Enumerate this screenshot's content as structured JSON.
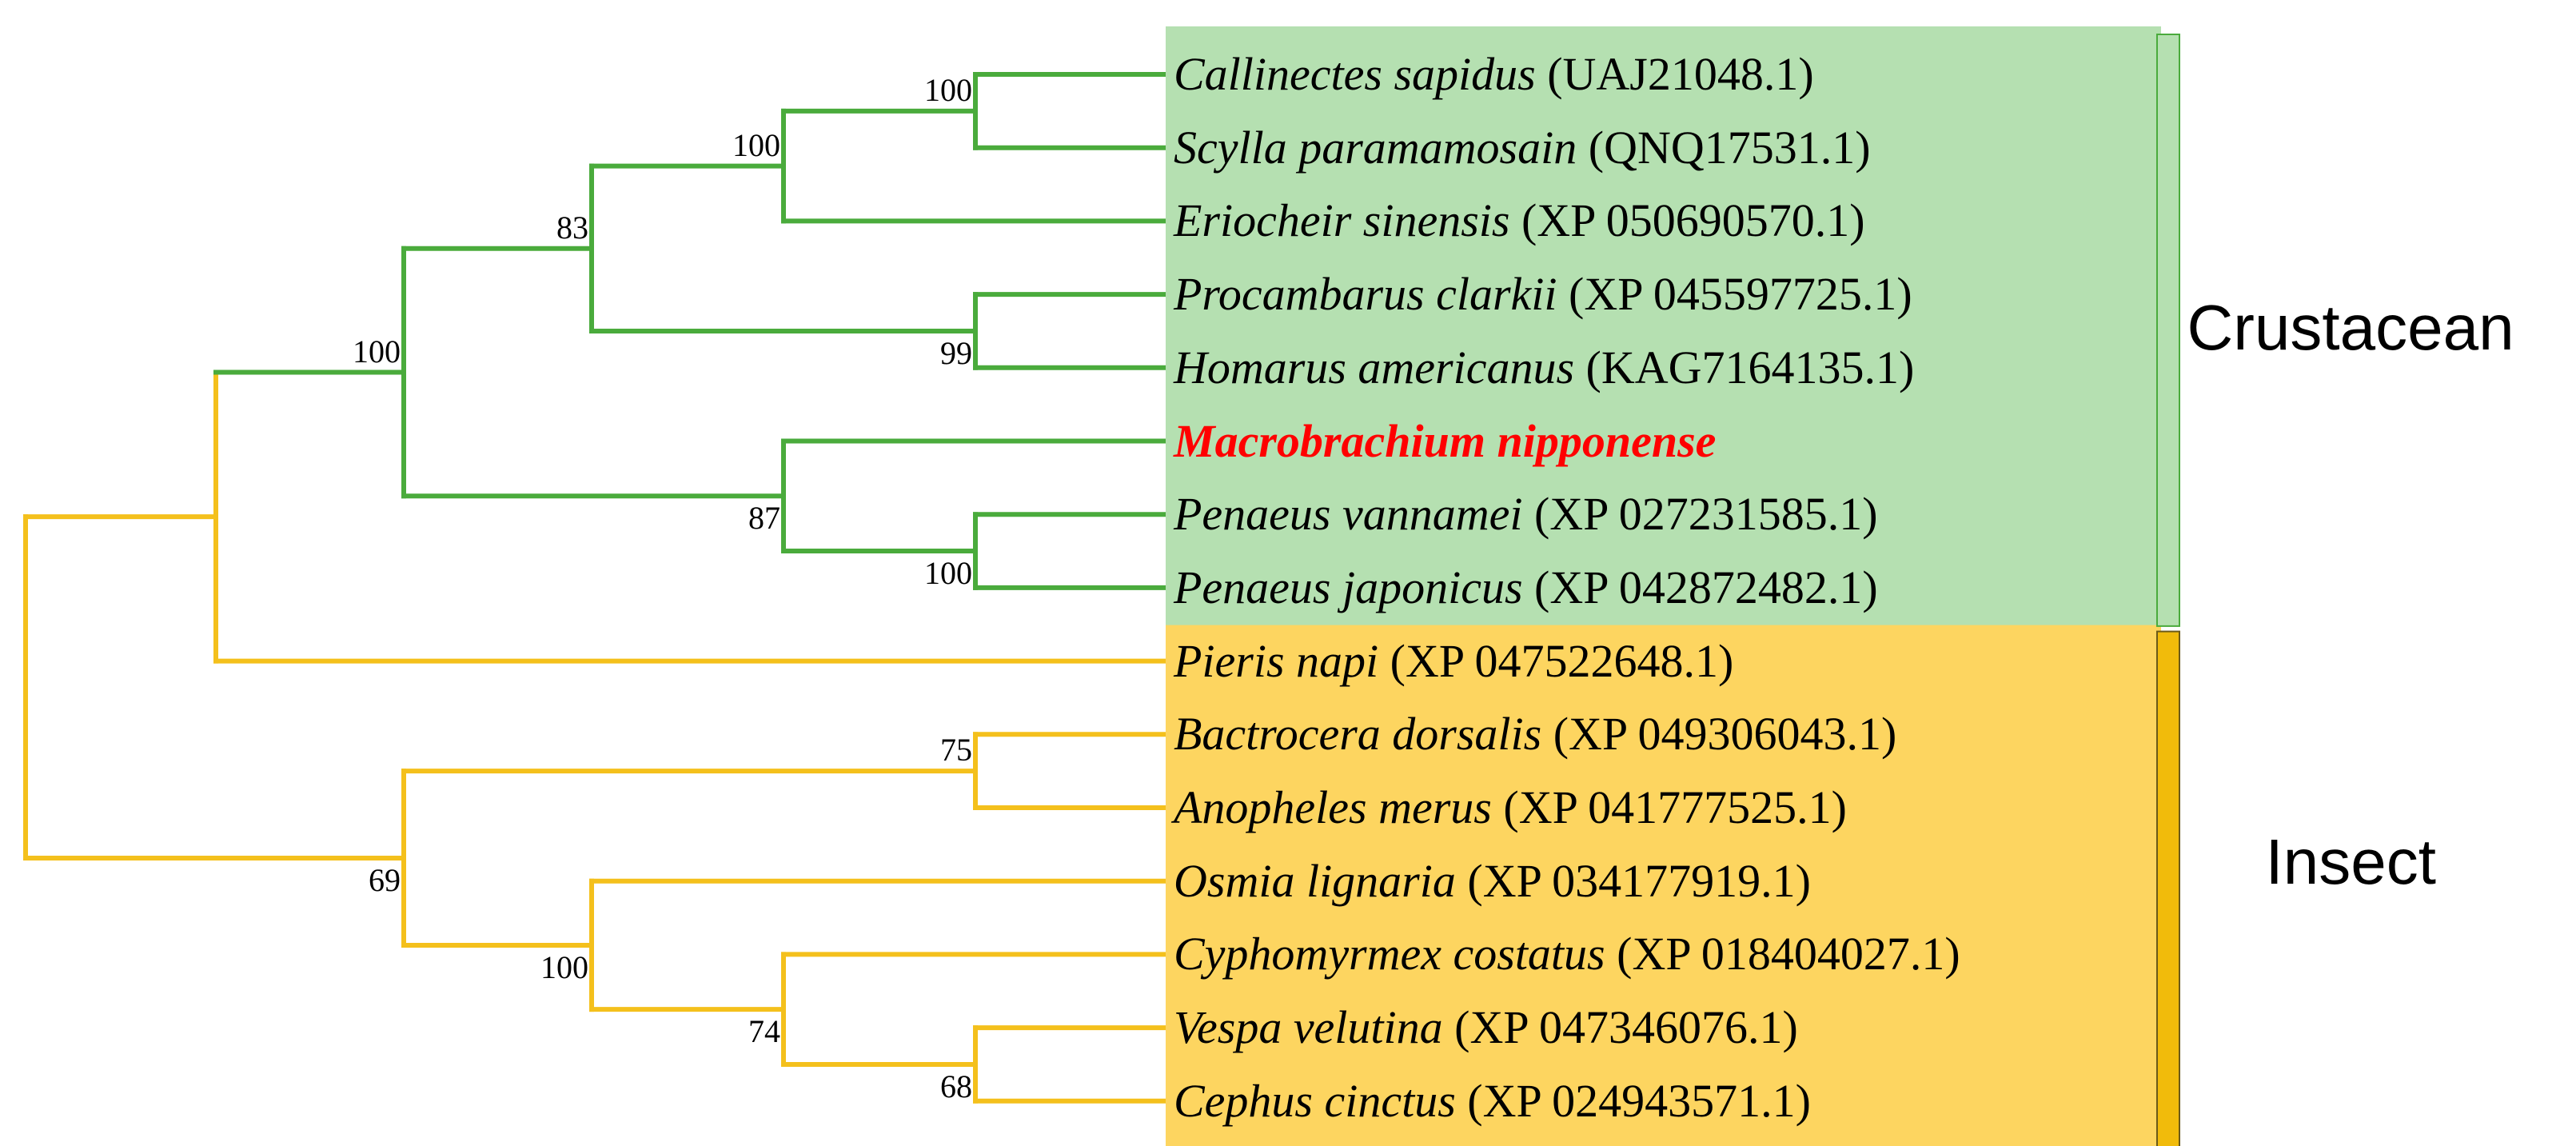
{
  "colors": {
    "crustacean_branch": "#4aab3c",
    "crustacean_box": "#b5e0b1",
    "crustacean_bar": "#b5e0b1",
    "insect_branch": "#f4c01c",
    "insect_box": "#fdd560",
    "insect_bar": "#f1bb0b",
    "highlight": "#ff0000"
  },
  "clades": [
    {
      "label": "Crustacean",
      "group": "crustacean"
    },
    {
      "label": "Insect",
      "group": "insect"
    }
  ],
  "taxa": [
    {
      "species": "Callinectes sapidus",
      "accession": "(UAJ21048.1)",
      "group": "crustacean",
      "highlight": false
    },
    {
      "species": "Scylla paramamosain",
      "accession": "(QNQ17531.1)",
      "group": "crustacean",
      "highlight": false
    },
    {
      "species": "Eriocheir sinensis",
      "accession": "(XP 050690570.1)",
      "group": "crustacean",
      "highlight": false
    },
    {
      "species": "Procambarus clarkii",
      "accession": "(XP 045597725.1)",
      "group": "crustacean",
      "highlight": false
    },
    {
      "species": "Homarus americanus",
      "accession": "(KAG7164135.1)",
      "group": "crustacean",
      "highlight": false
    },
    {
      "species": "Macrobrachium nipponense",
      "accession": "",
      "group": "crustacean",
      "highlight": true
    },
    {
      "species": "Penaeus vannamei",
      "accession": "(XP 027231585.1)",
      "group": "crustacean",
      "highlight": false
    },
    {
      "species": "Penaeus japonicus",
      "accession": "(XP 042872482.1)",
      "group": "crustacean",
      "highlight": false
    },
    {
      "species": "Pieris napi",
      "accession": "(XP 047522648.1)",
      "group": "insect",
      "highlight": false
    },
    {
      "species": "Bactrocera dorsalis",
      "accession": "(XP 049306043.1)",
      "group": "insect",
      "highlight": false
    },
    {
      "species": "Anopheles merus",
      "accession": "(XP 041777525.1)",
      "group": "insect",
      "highlight": false
    },
    {
      "species": "Osmia lignaria",
      "accession": "(XP 034177919.1)",
      "group": "insect",
      "highlight": false
    },
    {
      "species": "Cyphomyrmex costatus",
      "accession": "(XP 018404027.1)",
      "group": "insect",
      "highlight": false
    },
    {
      "species": "Vespa velutina",
      "accession": "(XP 047346076.1)",
      "group": "insect",
      "highlight": false
    },
    {
      "species": "Cephus cinctus",
      "accession": "(XP 024943571.1)",
      "group": "insect",
      "highlight": false
    }
  ],
  "tree": {
    "node": "root",
    "group": "insect",
    "children": [
      {
        "node": "arthropod",
        "group": "insect",
        "children": [
          {
            "node": "crust",
            "group": "crustacean",
            "support": "100",
            "children": [
              {
                "node": "crabs-crayfish",
                "group": "crustacean",
                "support": "83",
                "children": [
                  {
                    "node": "crabs",
                    "group": "crustacean",
                    "support": "100",
                    "children": [
                      {
                        "node": "portunids",
                        "group": "crustacean",
                        "support": "100",
                        "children": [
                          {
                            "leaf": 0,
                            "group": "crustacean"
                          },
                          {
                            "leaf": 1,
                            "group": "crustacean"
                          }
                        ]
                      },
                      {
                        "leaf": 2,
                        "group": "crustacean"
                      }
                    ]
                  },
                  {
                    "node": "lobsters",
                    "group": "crustacean",
                    "support": "99",
                    "children": [
                      {
                        "leaf": 3,
                        "group": "crustacean"
                      },
                      {
                        "leaf": 4,
                        "group": "crustacean"
                      }
                    ]
                  }
                ]
              },
              {
                "node": "shrimps",
                "group": "crustacean",
                "support": "87",
                "children": [
                  {
                    "leaf": 5,
                    "group": "crustacean"
                  },
                  {
                    "node": "penaeids",
                    "group": "crustacean",
                    "support": "100",
                    "children": [
                      {
                        "leaf": 6,
                        "group": "crustacean"
                      },
                      {
                        "leaf": 7,
                        "group": "crustacean"
                      }
                    ]
                  }
                ]
              }
            ]
          },
          {
            "leaf": 8,
            "group": "insect"
          }
        ]
      },
      {
        "node": "insects",
        "group": "insect",
        "support": "69",
        "children": [
          {
            "node": "dipterans",
            "group": "insect",
            "support": "75",
            "children": [
              {
                "leaf": 9,
                "group": "insect"
              },
              {
                "leaf": 10,
                "group": "insect"
              }
            ]
          },
          {
            "node": "hymenopterans",
            "group": "insect",
            "support": "100",
            "children": [
              {
                "leaf": 11,
                "group": "insect"
              },
              {
                "node": "ant-wasp-sawfly",
                "group": "insect",
                "support": "74",
                "children": [
                  {
                    "leaf": 12,
                    "group": "insect"
                  },
                  {
                    "node": "wasp-sawfly",
                    "group": "insect",
                    "support": "68",
                    "children": [
                      {
                        "leaf": 13,
                        "group": "insect"
                      },
                      {
                        "leaf": 14,
                        "group": "insect"
                      }
                    ]
                  }
                ]
              }
            ]
          }
        ]
      }
    ]
  }
}
